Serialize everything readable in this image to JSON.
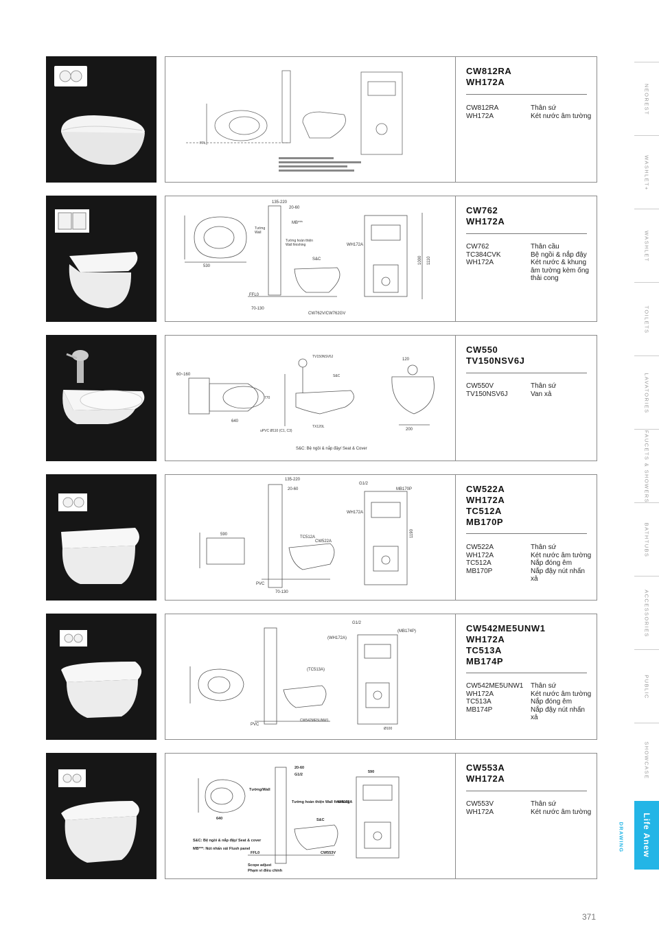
{
  "products": [
    {
      "models": [
        "CW812RA",
        "WH172A"
      ],
      "specs": [
        {
          "code": "CW812RA",
          "desc": "Thân sứ"
        },
        {
          "code": "WH172A",
          "desc": "Két nước âm tường"
        }
      ],
      "drawing_labels": [
        "FFL"
      ]
    },
    {
      "models": [
        "CW762",
        "WH172A"
      ],
      "specs": [
        {
          "code": "CW762",
          "desc": "Thân cầu"
        },
        {
          "code": "TC384CVK",
          "desc": "Bệ ngồi & nắp đậy"
        },
        {
          "code": "WH172A",
          "desc": "Két nước & khung âm tường kèm ống thải cong"
        }
      ],
      "drawing_labels": [
        "530",
        "FFL0",
        "WH172A",
        "S&C",
        "1000",
        "1110",
        "CW762V/CW762GV",
        "70-130",
        "20-60",
        "135-220",
        "MB***",
        "Tường hoàn thiện",
        "Wall finishing",
        "Tường",
        "Wall"
      ]
    },
    {
      "models": [
        "CW550",
        "TV150NSV6J"
      ],
      "specs": [
        {
          "code": "CW550V",
          "desc": "Thân sứ"
        },
        {
          "code": "TV150NSV6J",
          "desc": "Van xả"
        }
      ],
      "drawing_labels": [
        "S&C: Bệ ngồi & nắp đậy/ Seat & Cover",
        "640",
        "60~160",
        "TV150NSV6J",
        "TX120L",
        "S&C",
        "uPVC Ø110 (C1, C3)",
        "120",
        "200",
        "770"
      ]
    },
    {
      "models": [
        "CW522A",
        "WH172A",
        "TC512A",
        "MB170P"
      ],
      "specs": [
        {
          "code": "CW522A",
          "desc": "Thân sứ"
        },
        {
          "code": "WH172A",
          "desc": "Két nước âm tường"
        },
        {
          "code": "TC512A",
          "desc": "Nắp đóng êm"
        },
        {
          "code": "MB170P",
          "desc": "Nắp đậy nút nhấn xả"
        }
      ],
      "drawing_labels": [
        "590",
        "TC512A",
        "CW522A",
        "135-220",
        "20-60",
        "MB170P",
        "WH172A",
        "G1/2",
        "1190",
        "PVC",
        "70-130"
      ]
    },
    {
      "models": [
        "CW542ME5UNW1",
        "WH172A",
        "TC513A",
        "MB174P"
      ],
      "specs": [
        {
          "code": "CW542ME5UNW1",
          "desc": "Thân sứ"
        },
        {
          "code": "WH172A",
          "desc": "Két nước âm tường"
        },
        {
          "code": "TC513A",
          "desc": "Nắp đóng êm"
        },
        {
          "code": "MB174P",
          "desc": "Nắp đậy nút nhấn xả"
        }
      ],
      "drawing_labels": [
        "(TC513A)",
        "(WH172A)",
        "(MB174P)",
        "G1/2",
        "PVC",
        "CW542ME5UNW1",
        "Ø100"
      ]
    },
    {
      "models": [
        "CW553A",
        "WH172A"
      ],
      "specs": [
        {
          "code": "CW553V",
          "desc": "Thân sứ"
        },
        {
          "code": "WH172A",
          "desc": "Két nước âm tường"
        }
      ],
      "drawing_labels": [
        "S&C: Bệ ngồi & nắp đậy/ Seat & cover",
        "MB***: Nút nhấn xả/ Flush panel",
        "FFL0",
        "WH172A",
        "S&C",
        "CW553V",
        "G1/2",
        "20-60",
        "Tường/Wall",
        "Tường hoàn thiện Wall finishing",
        "Scope adjust",
        "Phạm vi điều chỉnh",
        "590",
        "640"
      ]
    }
  ],
  "nav": [
    "NEOREST",
    "WASHLET+",
    "WASHLET",
    "TOILETS",
    "LAVATORIES",
    "FAUCETS & SHOWERS",
    "BATHTUBS",
    "ACCESSORIES",
    "PUBLIC",
    "SHOWCASE"
  ],
  "nav_active": "Life Anew",
  "nav_section": "DRAWING",
  "page_number": "371",
  "colors": {
    "accent": "#23b5e6",
    "photo_bg": "#161616",
    "border": "#8a8a8a"
  }
}
